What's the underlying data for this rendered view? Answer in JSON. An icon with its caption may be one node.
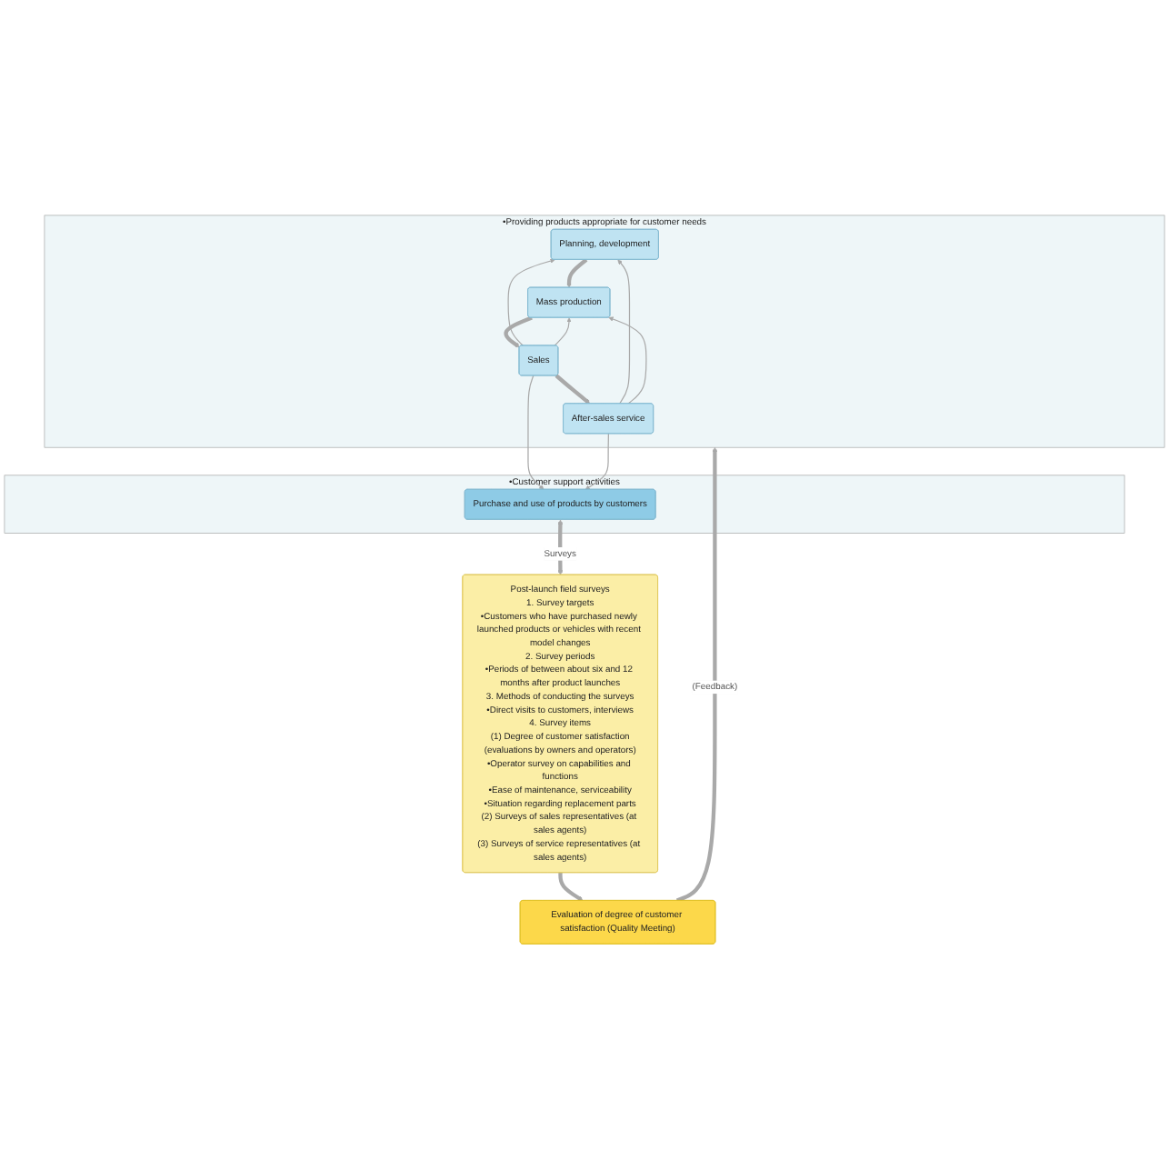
{
  "diagram": {
    "nodes": [
      {
        "text": [
          "•Providing products appropriate for customer needs"
        ]
      },
      {
        "text": [
          "Planning, development"
        ],
        "in": 0
      },
      {
        "text": [
          "Mass production"
        ],
        "in": 0
      },
      {
        "text": [
          "Sales"
        ],
        "in": 0
      },
      {
        "text": [
          "After-sales service"
        ],
        "in": 0
      },
      {
        "text": [
          "•Customer support activities"
        ]
      },
      {
        "text": [
          "Purchase and use of products by customers"
        ],
        "in": 5
      },
      {
        "text": [
          "Post-launch field surveys",
          "1. Survey targets",
          "•Customers who have purchased newly launched products or vehicles with recent model changes",
          "2. Survey periods",
          "•Periods of between about six and 12 months after product launches",
          "3. Methods of conducting the surveys",
          "•Direct visits to customers, interviews",
          "4. Survey items",
          "(1) Degree of customer satisfaction",
          "(evaluations by owners and operators)",
          "•Operator survey on capabilities and functions",
          "•Ease of maintenance, serviceability",
          "•Situation regarding replacement parts",
          "(2) Surveys of sales representatives (at sales agents)",
          "(3) Surveys of service representatives (at sales agents)"
        ]
      },
      {
        "text": [
          "Evaluation of degree of customer satisfaction (Quality Meeting)"
        ]
      }
    ],
    "edges": [
      {
        "from": 1,
        "to": 2,
        "arrow": "to",
        "style": "thick"
      },
      {
        "from": 2,
        "to": 3,
        "arrow": "to",
        "style": "thick"
      },
      {
        "from": 3,
        "to": 4,
        "arrow": "to",
        "style": "thick"
      },
      {
        "from": 3,
        "to": 1,
        "arrow": "to"
      },
      {
        "from": 3,
        "to": 2,
        "arrow": "to"
      },
      {
        "from": 4,
        "to": 1,
        "arrow": "to"
      },
      {
        "from": 4,
        "to": 2,
        "arrow": "to"
      },
      {
        "from": 3,
        "to": 6,
        "arrow": "to"
      },
      {
        "from": 4,
        "to": 6,
        "arrow": "to"
      },
      {
        "from": 6,
        "to": 7,
        "label": "Surveys",
        "arrow": "both",
        "style": "thick"
      },
      {
        "from": 7,
        "to": 8,
        "arrow": "to",
        "style": "thick"
      },
      {
        "from": 8,
        "to": 0,
        "label": "(Feedback)",
        "arrow": "to",
        "style": "thick"
      }
    ]
  }
}
